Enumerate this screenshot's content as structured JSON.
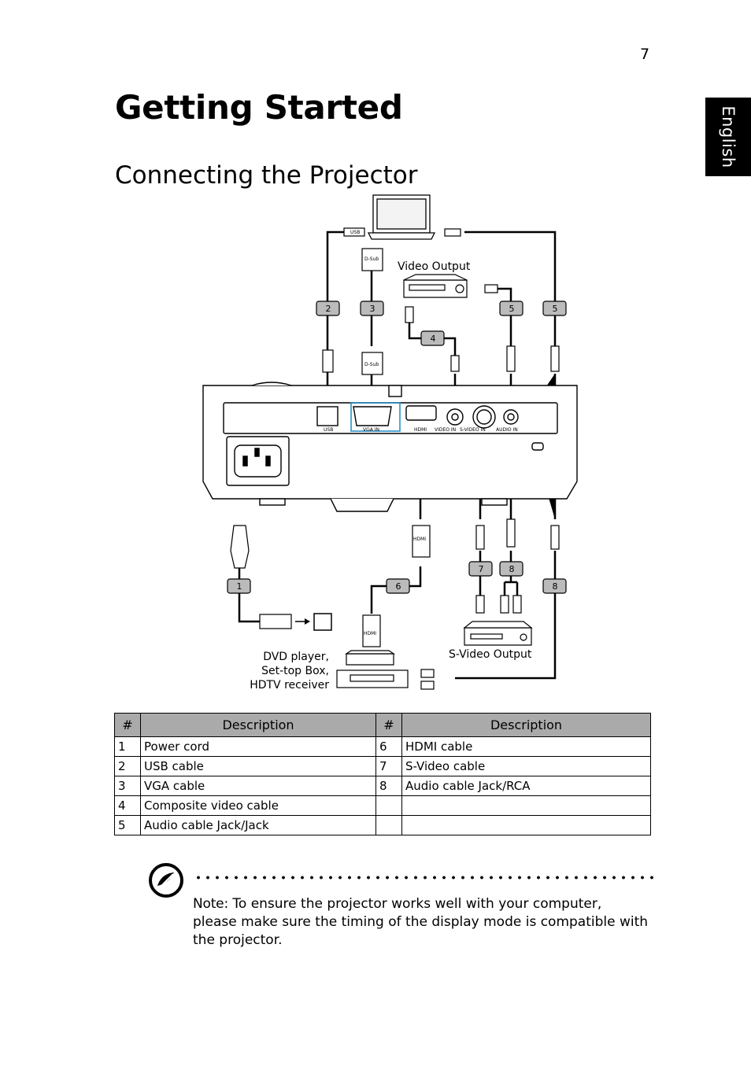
{
  "page": {
    "number": "7",
    "language_tab": "English"
  },
  "heading": {
    "title": "Getting Started",
    "subtitle": "Connecting the Projector"
  },
  "diagram": {
    "labels": {
      "video_output": "Video Output",
      "svideo_output": "S-Video Output",
      "source_line1": "DVD player,",
      "source_line2": "Set-top Box,",
      "source_line3": "HDTV receiver"
    },
    "port_labels": [
      "USB",
      "VGA IN",
      "HDMI",
      "VIDEO IN",
      "S-VIDEO IN",
      "AUDIO IN"
    ],
    "connector_labels": {
      "usb": "USB",
      "dsub": "D-Sub",
      "hdmi": "HDMI"
    },
    "badges": [
      "1",
      "2",
      "3",
      "4",
      "5",
      "5",
      "6",
      "7",
      "8",
      "8"
    ]
  },
  "table": {
    "headers": [
      "#",
      "Description",
      "#",
      "Description"
    ],
    "rows": [
      [
        "1",
        "Power cord",
        "6",
        "HDMI cable"
      ],
      [
        "2",
        "USB cable",
        "7",
        "S-Video cable"
      ],
      [
        "3",
        "VGA cable",
        "8",
        "Audio cable Jack/RCA"
      ],
      [
        "4",
        "Composite video cable",
        "",
        ""
      ],
      [
        "5",
        "Audio cable Jack/Jack",
        "",
        ""
      ]
    ]
  },
  "note": {
    "label": "Note:",
    "text": " To ensure the projector works well with your computer, please make sure the timing of the display mode is compatible with the projector."
  }
}
